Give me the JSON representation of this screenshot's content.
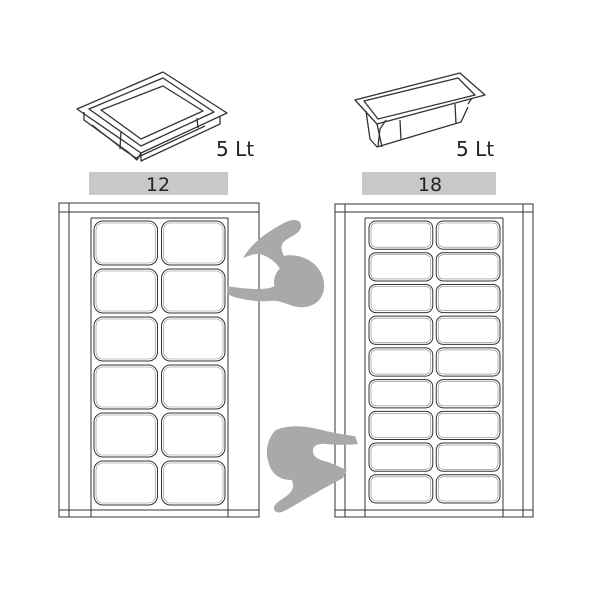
{
  "left": {
    "pan_volume": "5 Lt",
    "count_label": "12",
    "columns": 2,
    "rows": 6
  },
  "right": {
    "pan_volume": "5 Lt",
    "count_label": "18",
    "columns": 2,
    "rows": 9
  },
  "colors": {
    "line": "#333333",
    "label_bar": "#c8c8c8",
    "figure": "#a9a9a9",
    "background": "#ffffff"
  }
}
